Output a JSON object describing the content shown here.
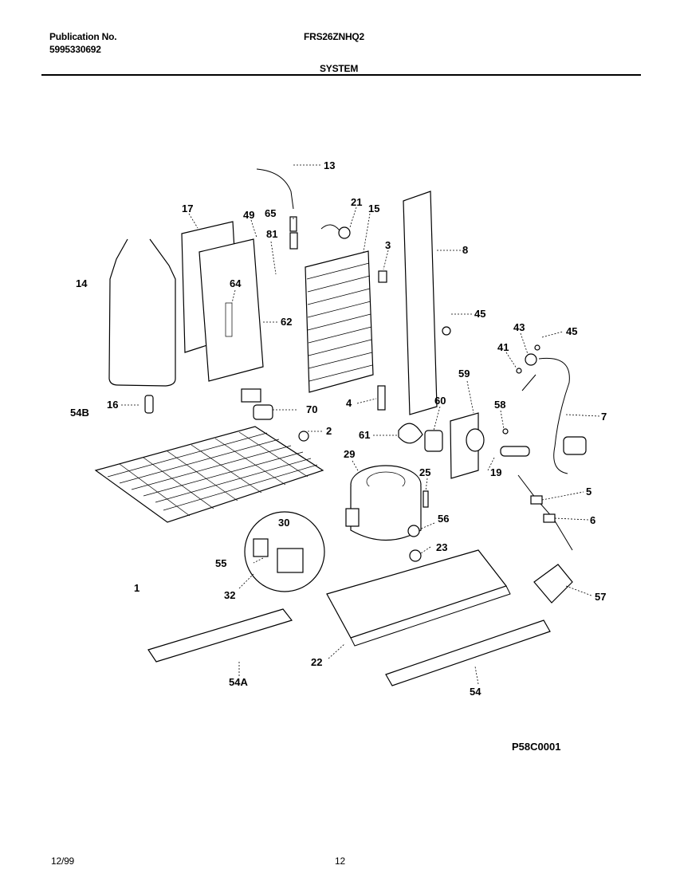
{
  "header": {
    "publication_label": "Publication No.",
    "publication_number": "5995330692",
    "model": "FRS26ZNHQ2",
    "section": "SYSTEM"
  },
  "diagram": {
    "code": "P58C0001",
    "callouts": [
      "13",
      "17",
      "49",
      "65",
      "21",
      "15",
      "81",
      "3",
      "8",
      "14",
      "64",
      "62",
      "45",
      "43",
      "45",
      "41",
      "59",
      "4",
      "60",
      "58",
      "7",
      "54B",
      "16",
      "70",
      "2",
      "61",
      "19",
      "29",
      "25",
      "5",
      "30",
      "56",
      "6",
      "55",
      "23",
      "57",
      "1",
      "32",
      "22",
      "54A",
      "54"
    ]
  },
  "footer": {
    "date": "12/99",
    "page": "12"
  }
}
